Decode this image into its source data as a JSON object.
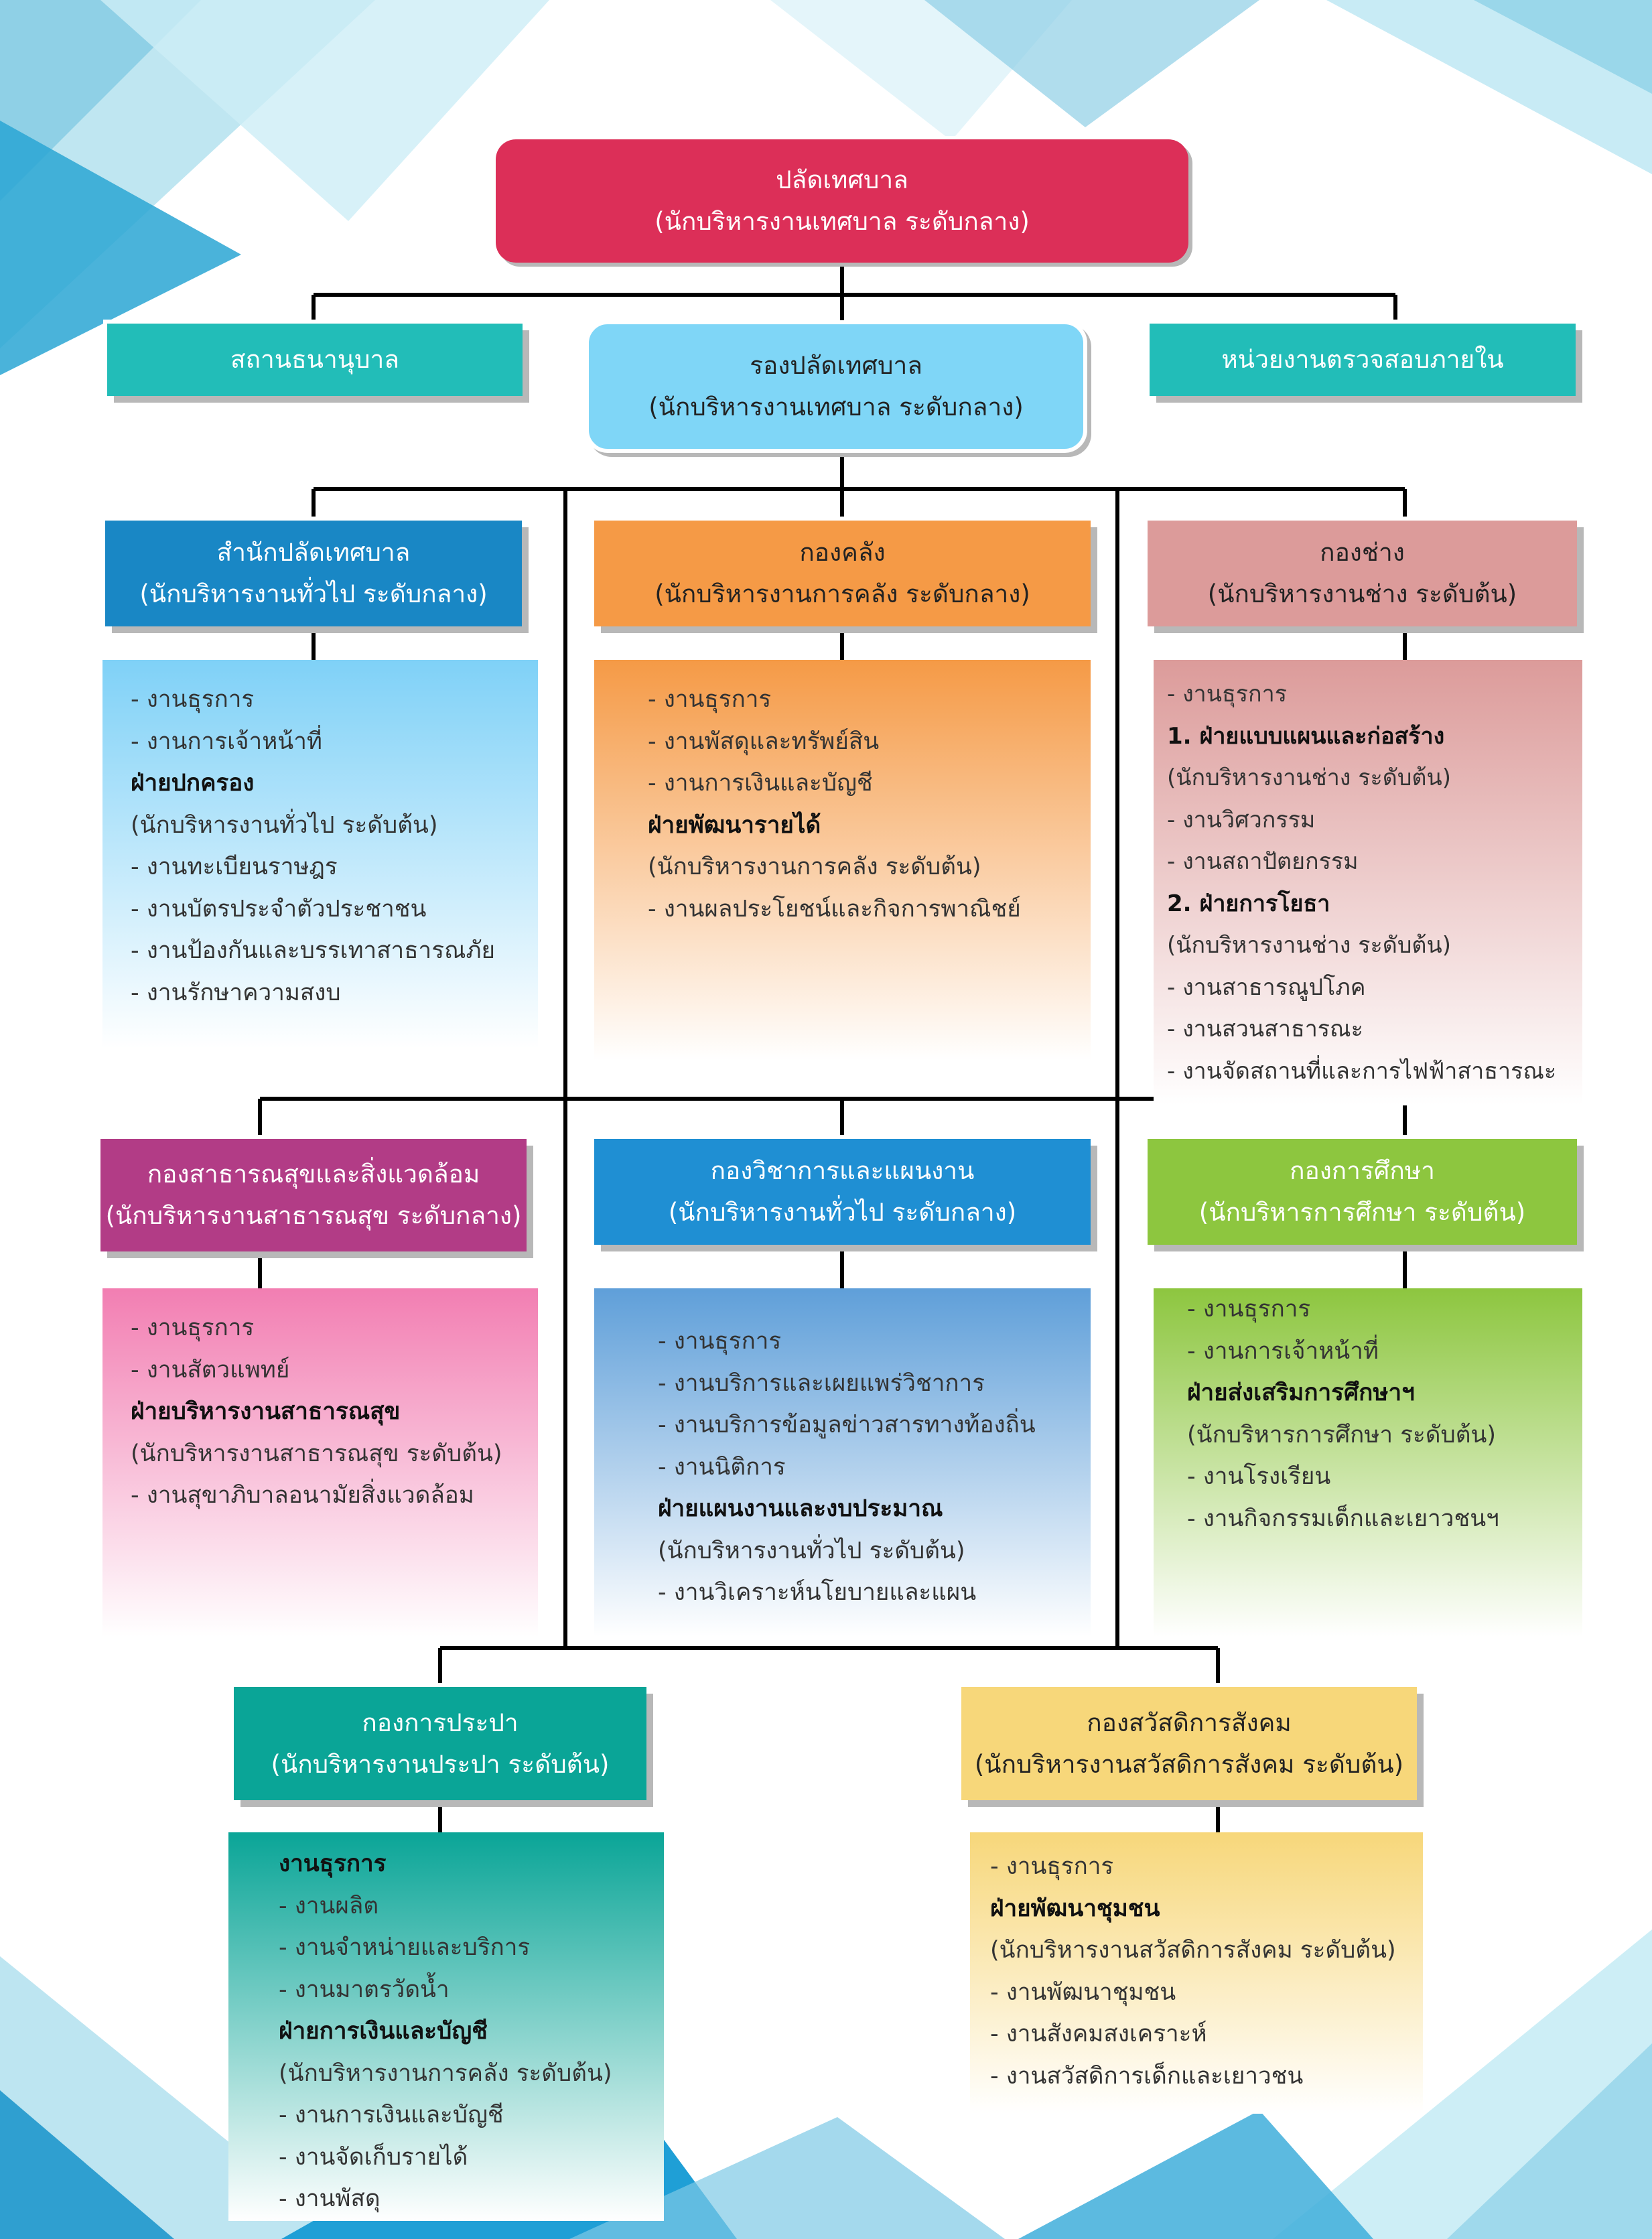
{
  "colors": {
    "mayor": "#dc2f58",
    "deputy": "#7fd6f7",
    "side_box": "#22bdb8",
    "office": "#1987c5",
    "finance": "#f59a46",
    "engineering": "#dc9b9a",
    "health": "#b23c86",
    "academic": "#1f8fd3",
    "education": "#8dc63f",
    "water": "#0aa597",
    "welfare": "#f7d77a",
    "line": "#000000"
  },
  "top": {
    "title": "ปลัดเทศบาล",
    "subtitle": "(นักบริหารงานเทศบาล ระดับกลาง)"
  },
  "left_unit": {
    "title": "สถานธนานุบาล"
  },
  "deputy": {
    "title": "รองปลัดเทศบาล",
    "subtitle": "(นักบริหารงานเทศบาล ระดับกลาง)"
  },
  "right_unit": {
    "title": "หน่วยงานตรวจสอบภายใน"
  },
  "departments": [
    {
      "title": "สำนักปลัดเทศบาล",
      "subtitle": "(นักบริหารงานทั่วไป ระดับกลาง)",
      "items": [
        {
          "text": "- งานธุรการ",
          "bold": false
        },
        {
          "text": "- งานการเจ้าหน้าที่",
          "bold": false
        },
        {
          "text": "ฝ่ายปกครอง",
          "bold": true
        },
        {
          "text": "(นักบริหารงานทั่วไป ระดับต้น)",
          "bold": false
        },
        {
          "text": "- งานทะเบียนราษฎร",
          "bold": false
        },
        {
          "text": "- งานบัตรประจำตัวประชาชน",
          "bold": false
        },
        {
          "text": "- งานป้องกันและบรรเทาสาธารณภัย",
          "bold": false
        },
        {
          "text": "- งานรักษาความสงบ",
          "bold": false
        }
      ]
    },
    {
      "title": "กองคลัง",
      "subtitle": "(นักบริหารงานการคลัง ระดับกลาง)",
      "items": [
        {
          "text": "- งานธุรการ",
          "bold": false
        },
        {
          "text": "- งานพัสดุและทรัพย์สิน",
          "bold": false
        },
        {
          "text": "- งานการเงินและบัญชี",
          "bold": false
        },
        {
          "text": "ฝ่ายพัฒนารายได้",
          "bold": true
        },
        {
          "text": "(นักบริหารงานการคลัง ระดับต้น)",
          "bold": false
        },
        {
          "text": "- งานผลประโยชน์และกิจการพาณิชย์",
          "bold": false
        }
      ]
    },
    {
      "title": "กองช่าง",
      "subtitle": "(นักบริหารงานช่าง ระดับต้น)",
      "items": [
        {
          "text": "- งานธุรการ",
          "bold": false
        },
        {
          "text": "1. ฝ่ายแบบแผนและก่อสร้าง",
          "bold": true
        },
        {
          "text": "(นักบริหารงานช่าง ระดับต้น)",
          "bold": false
        },
        {
          "text": "- งานวิศวกรรม",
          "bold": false
        },
        {
          "text": "- งานสถาปัตยกรรม",
          "bold": false
        },
        {
          "text": "2. ฝ่ายการโยธา",
          "bold": true
        },
        {
          "text": "(นักบริหารงานช่าง ระดับต้น)",
          "bold": false
        },
        {
          "text": "- งานสาธารณูปโภค",
          "bold": false
        },
        {
          "text": "- งานสวนสาธารณะ",
          "bold": false
        },
        {
          "text": "- งานจัดสถานที่และการไฟฟ้าสาธารณะ",
          "bold": false
        }
      ]
    },
    {
      "title": "กองสาธารณสุขและสิ่งแวดล้อม",
      "subtitle": "(นักบริหารงานสาธารณสุข ระดับกลาง)",
      "items": [
        {
          "text": "- งานธุรการ",
          "bold": false
        },
        {
          "text": "- งานสัตวแพทย์",
          "bold": false
        },
        {
          "text": "ฝ่ายบริหารงานสาธารณสุข",
          "bold": true
        },
        {
          "text": "(นักบริหารงานสาธารณสุข ระดับต้น)",
          "bold": false
        },
        {
          "text": "- งานสุขาภิบาลอนามัยสิ่งแวดล้อม",
          "bold": false
        }
      ]
    },
    {
      "title": "กองวิชาการและแผนงาน",
      "subtitle": "(นักบริหารงานทั่วไป ระดับกลาง)",
      "items": [
        {
          "text": "- งานธุรการ",
          "bold": false
        },
        {
          "text": "- งานบริการและเผยแพร่วิชาการ",
          "bold": false
        },
        {
          "text": "- งานบริการข้อมูลข่าวสารทางท้องถิ่น",
          "bold": false
        },
        {
          "text": "- งานนิติการ",
          "bold": false
        },
        {
          "text": "ฝ่ายแผนงานและงบประมาณ",
          "bold": true
        },
        {
          "text": "(นักบริหารงานทั่วไป ระดับต้น)",
          "bold": false
        },
        {
          "text": "- งานวิเคราะห์นโยบายและแผน",
          "bold": false
        }
      ]
    },
    {
      "title": "กองการศึกษา",
      "subtitle": "(นักบริหารการศึกษา ระดับต้น)",
      "items": [
        {
          "text": "- งานธุรการ",
          "bold": false
        },
        {
          "text": "- งานการเจ้าหน้าที่",
          "bold": false
        },
        {
          "text": "ฝ่ายส่งเสริมการศึกษาฯ",
          "bold": true
        },
        {
          "text": "(นักบริหารการศึกษา ระดับต้น)",
          "bold": false
        },
        {
          "text": "- งานโรงเรียน",
          "bold": false
        },
        {
          "text": "- งานกิจกรรมเด็กและเยาวชนฯ",
          "bold": false
        }
      ]
    },
    {
      "title": "กองการประปา",
      "subtitle": "(นักบริหารงานประปา ระดับต้น)",
      "items": [
        {
          "text": "งานธุรการ",
          "bold": true
        },
        {
          "text": "- งานผลิต",
          "bold": false
        },
        {
          "text": "- งานจำหน่ายและบริการ",
          "bold": false
        },
        {
          "text": "- งานมาตรวัดน้ำ",
          "bold": false
        },
        {
          "text": "ฝ่ายการเงินและบัญชี",
          "bold": true
        },
        {
          "text": "(นักบริหารงานการคลัง ระดับต้น)",
          "bold": false
        },
        {
          "text": "- งานการเงินและบัญชี",
          "bold": false
        },
        {
          "text": "- งานจัดเก็บรายได้",
          "bold": false
        },
        {
          "text": "- งานพัสดุ",
          "bold": false
        }
      ]
    },
    {
      "title": "กองสวัสดิการสังคม",
      "subtitle": "(นักบริหารงานสวัสดิการสังคม ระดับต้น)",
      "items": [
        {
          "text": "- งานธุรการ",
          "bold": false
        },
        {
          "text": "ฝ่ายพัฒนาชุมชน",
          "bold": true
        },
        {
          "text": "(นักบริหารงานสวัสดิการสังคม ระดับต้น)",
          "bold": false
        },
        {
          "text": "- งานพัฒนาชุมชน",
          "bold": false
        },
        {
          "text": "- งานสังคมสงเคราะห์",
          "bold": false
        },
        {
          "text": "- งานสวัสดิการเด็กและเยาวชน",
          "bold": false
        }
      ]
    }
  ]
}
